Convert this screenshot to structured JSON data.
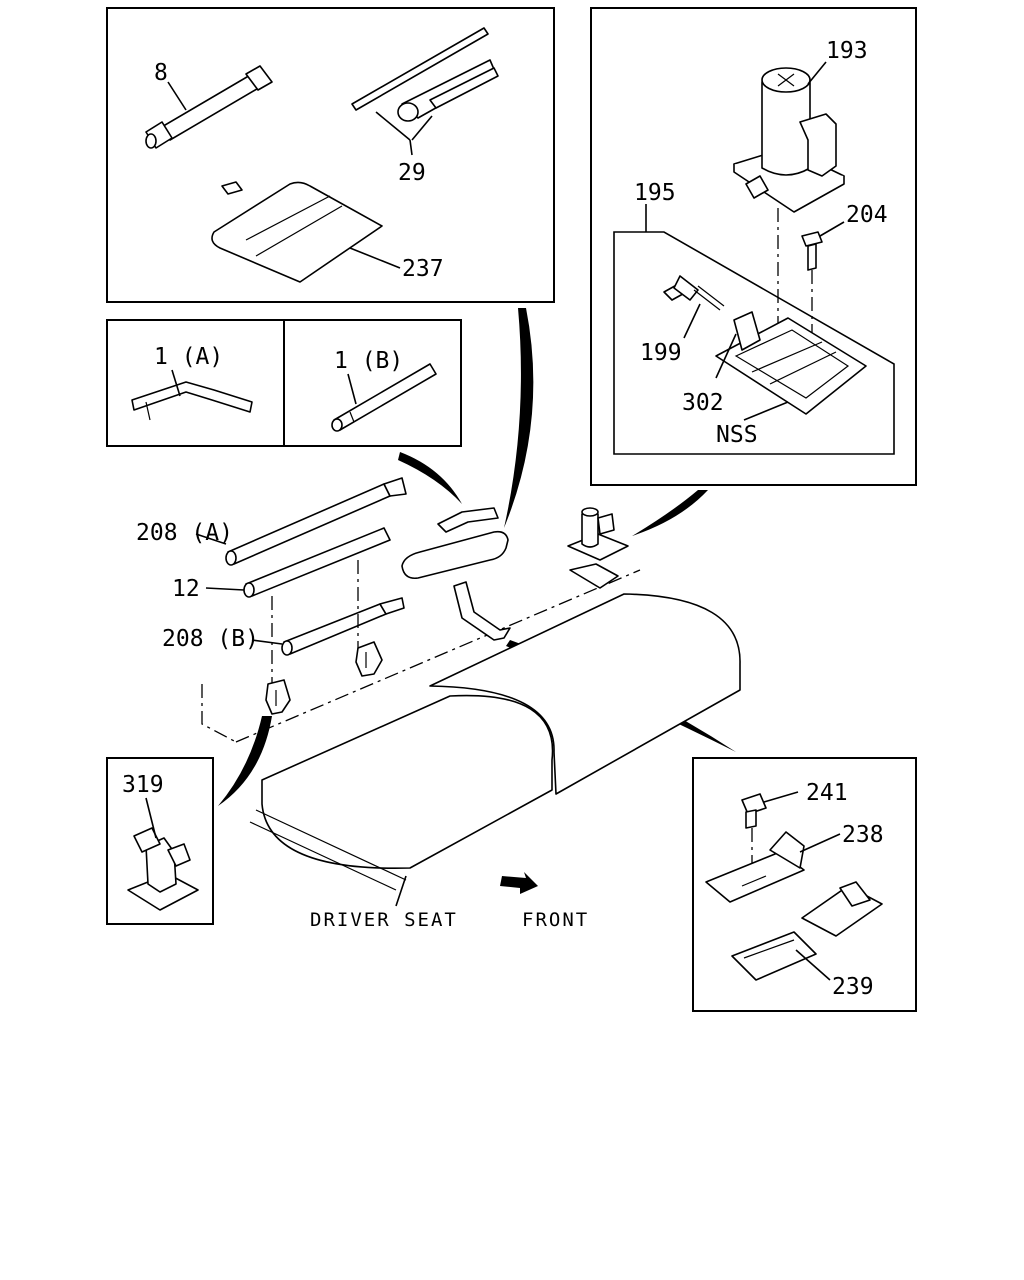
{
  "labels": {
    "p8": "8",
    "p29": "29",
    "p237": "237",
    "p1a": "1 (A)",
    "p1b": "1 (B)",
    "p193": "193",
    "p195": "195",
    "p204": "204",
    "p199": "199",
    "p302": "302",
    "nss": "NSS",
    "p208a": "208 (A)",
    "p12": "12",
    "p208b": "208 (B)",
    "p319": "319",
    "p241": "241",
    "p238": "238",
    "p239": "239",
    "driver_seat": "DRIVER SEAT",
    "front": "FRONT"
  }
}
